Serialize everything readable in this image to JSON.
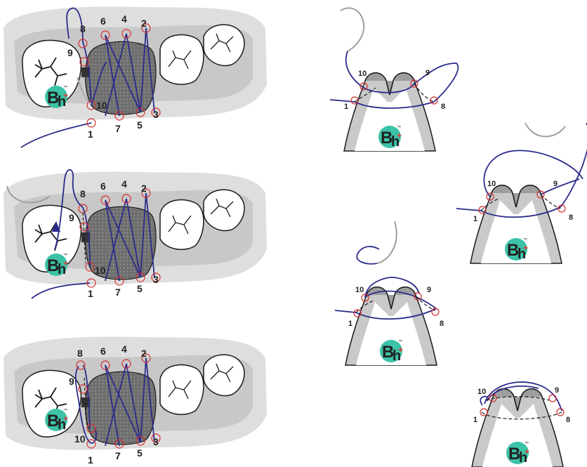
{
  "colors": {
    "suture": "#2b2b8c",
    "point": "#d32f2f",
    "gum": "#dedede",
    "gum_dark": "#c8c8c8",
    "graft": "#6f6f6f",
    "logo_circle": "#3cc2a7",
    "logo_cross": "#e53935",
    "tissue": "#bdbdbd"
  },
  "logo": {
    "b": "B",
    "h": "h",
    "tm": "™",
    "cross": "+"
  },
  "left_panels": {
    "labels": [
      "1",
      "2",
      "3",
      "4",
      "5",
      "6",
      "7",
      "8",
      "9",
      "10"
    ]
  },
  "right_panels": {
    "labels": [
      "1",
      "8",
      "9",
      "10"
    ]
  }
}
